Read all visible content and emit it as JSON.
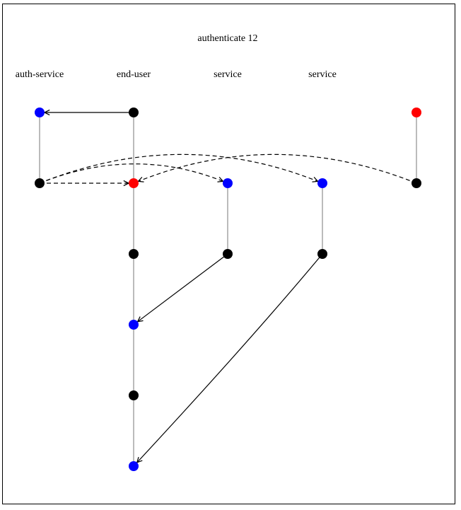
{
  "diagram": {
    "title": "authenticate 12",
    "lanes": [
      {
        "id": "auth_service",
        "label": "auth-service"
      },
      {
        "id": "end_user",
        "label": "end-user"
      },
      {
        "id": "service_1",
        "label": "service"
      },
      {
        "id": "service_2",
        "label": "service"
      },
      {
        "id": "unlabeled",
        "label": ""
      }
    ],
    "node_colors": {
      "black": "#000000",
      "blue": "#0000ff",
      "red": "#ff0000"
    },
    "nodes": [
      {
        "id": "a0",
        "lane": "auth_service",
        "step": 0,
        "color": "blue"
      },
      {
        "id": "a1",
        "lane": "auth_service",
        "step": 1,
        "color": "black"
      },
      {
        "id": "u0",
        "lane": "end_user",
        "step": 0,
        "color": "black"
      },
      {
        "id": "u1",
        "lane": "end_user",
        "step": 1,
        "color": "red"
      },
      {
        "id": "u2",
        "lane": "end_user",
        "step": 2,
        "color": "black"
      },
      {
        "id": "u3",
        "lane": "end_user",
        "step": 3,
        "color": "blue"
      },
      {
        "id": "u4",
        "lane": "end_user",
        "step": 4,
        "color": "black"
      },
      {
        "id": "u5",
        "lane": "end_user",
        "step": 5,
        "color": "blue"
      },
      {
        "id": "s1a",
        "lane": "service_1",
        "step": 1,
        "color": "blue"
      },
      {
        "id": "s1b",
        "lane": "service_1",
        "step": 2,
        "color": "black"
      },
      {
        "id": "s2a",
        "lane": "service_2",
        "step": 1,
        "color": "blue"
      },
      {
        "id": "s2b",
        "lane": "service_2",
        "step": 2,
        "color": "black"
      },
      {
        "id": "x0",
        "lane": "unlabeled",
        "step": 0,
        "color": "red"
      },
      {
        "id": "x1",
        "lane": "unlabeled",
        "step": 1,
        "color": "black"
      }
    ],
    "lifelines": [
      [
        "a0",
        "a1"
      ],
      [
        "u0",
        "u5"
      ],
      [
        "s1a",
        "s1b"
      ],
      [
        "s2a",
        "s2b"
      ],
      [
        "x0",
        "x1"
      ]
    ],
    "edges": [
      {
        "from": "u0",
        "to": "a0",
        "style": "solid",
        "curve": "straight"
      },
      {
        "from": "a1",
        "to": "u1",
        "style": "dashed",
        "curve": "straight"
      },
      {
        "from": "a1",
        "to": "s1a",
        "style": "dashed",
        "curve": "arc"
      },
      {
        "from": "a1",
        "to": "s2a",
        "style": "dashed",
        "curve": "arc"
      },
      {
        "from": "x1",
        "to": "u1",
        "style": "dashed",
        "curve": "arc"
      },
      {
        "from": "s1b",
        "to": "u3",
        "style": "solid",
        "curve": "straight"
      },
      {
        "from": "s2b",
        "to": "u5",
        "style": "solid",
        "curve": "bend"
      }
    ]
  }
}
